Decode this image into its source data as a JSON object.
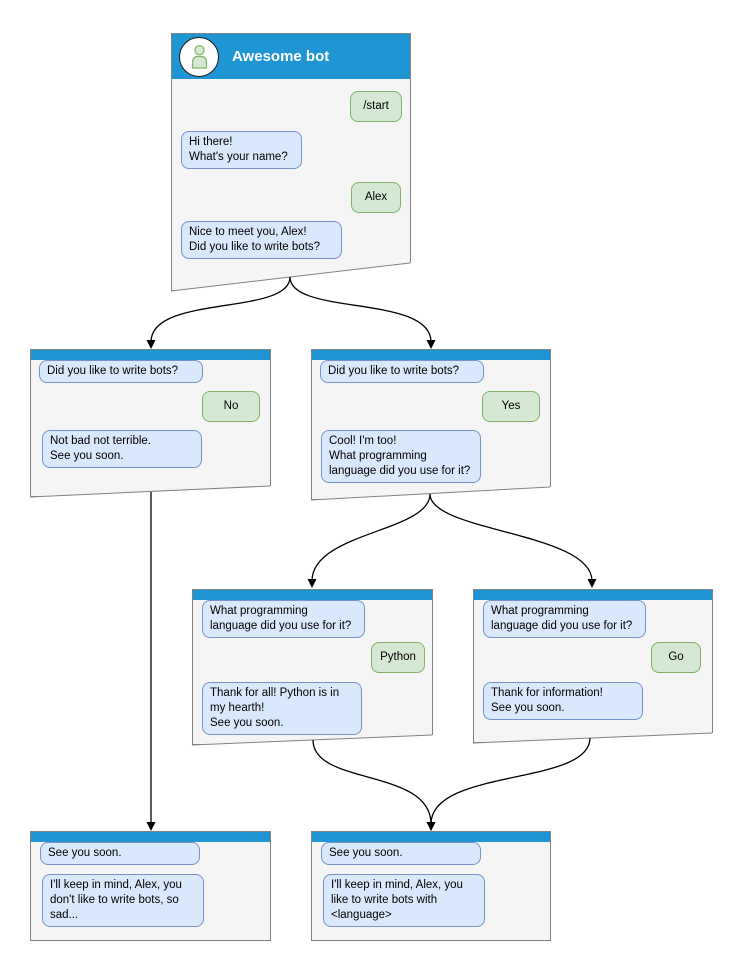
{
  "diagram": {
    "description": "Chat bot conversation flow diagram",
    "colors": {
      "titlebar_blue": "#2095d4",
      "bot_bubble_fill": "#dae8fc",
      "bot_bubble_border": "#7593c9",
      "user_bubble_fill": "#d5e8d4",
      "user_bubble_border": "#82b366",
      "window_fill": "#f5f5f5",
      "window_border": "#828282",
      "connector": "#000000"
    },
    "windows": [
      {
        "id": "main",
        "title": "Awesome bot",
        "avatar_icon": "person-icon",
        "bubbles": [
          {
            "side": "user",
            "text": "/start"
          },
          {
            "side": "bot",
            "text": "Hi there!\nWhat's your name?"
          },
          {
            "side": "user",
            "text": "Alex"
          },
          {
            "side": "bot",
            "text": "Nice to meet you, Alex!\nDid you like to write bots?"
          }
        ]
      },
      {
        "id": "branch-no",
        "bubbles": [
          {
            "side": "bot",
            "text": "Did you like to write bots?"
          },
          {
            "side": "user",
            "text": "No"
          },
          {
            "side": "bot",
            "text": "Not bad not terrible.\nSee you soon."
          }
        ]
      },
      {
        "id": "branch-yes",
        "bubbles": [
          {
            "side": "bot",
            "text": "Did you like to write bots?"
          },
          {
            "side": "user",
            "text": "Yes"
          },
          {
            "side": "bot",
            "text": "Cool! I'm too!\nWhat programming\nlanguage did you use for it?"
          }
        ]
      },
      {
        "id": "lang-python",
        "bubbles": [
          {
            "side": "bot",
            "text": "What programming\nlanguage did you use for it?"
          },
          {
            "side": "user",
            "text": "Python"
          },
          {
            "side": "bot",
            "text": "Thank for all! Python is in\nmy hearth!\nSee you soon."
          }
        ]
      },
      {
        "id": "lang-go",
        "bubbles": [
          {
            "side": "bot",
            "text": "What programming\nlanguage did you use for it?"
          },
          {
            "side": "user",
            "text": "Go"
          },
          {
            "side": "bot",
            "text": "Thank for information!\nSee you soon."
          }
        ]
      },
      {
        "id": "end-no",
        "bubbles": [
          {
            "side": "bot",
            "text": "See you soon."
          },
          {
            "side": "bot",
            "text": "I'll keep in mind, Alex, you\ndon't like to write bots, so\nsad..."
          }
        ]
      },
      {
        "id": "end-yes",
        "bubbles": [
          {
            "side": "bot",
            "text": "See you soon."
          },
          {
            "side": "bot",
            "text": "I'll keep in mind, Alex, you\nlike to write bots with\n<language>"
          }
        ]
      }
    ]
  }
}
